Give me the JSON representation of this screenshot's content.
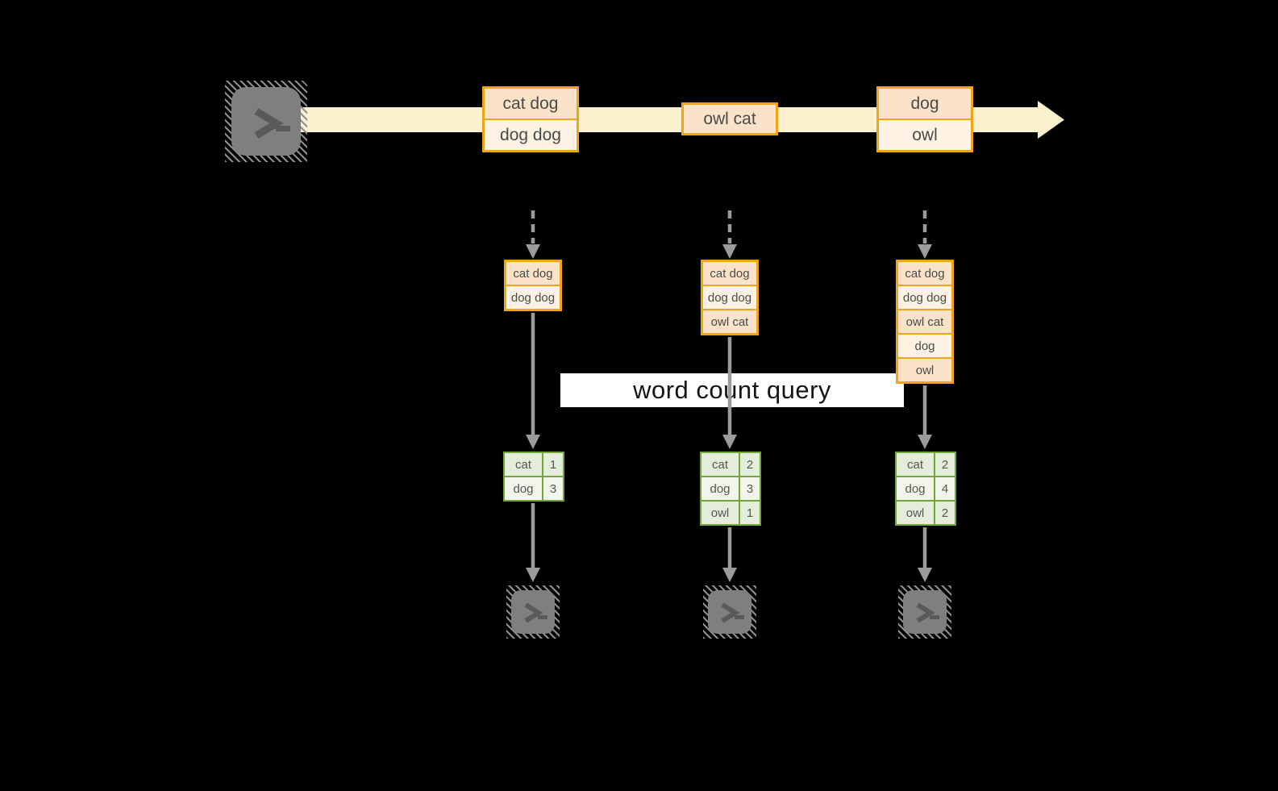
{
  "banner": {
    "label": "word count query"
  },
  "stream": {
    "source": {
      "icon": "terminal-icon"
    },
    "events": [
      {
        "rows": [
          "cat dog",
          "dog dog"
        ]
      },
      {
        "rows": [
          "owl cat"
        ]
      },
      {
        "rows": [
          "dog",
          "owl"
        ]
      }
    ]
  },
  "columns": [
    {
      "buffer": {
        "rows": [
          "cat dog",
          "dog dog"
        ]
      },
      "counts": {
        "rows": [
          {
            "word": "cat",
            "count": "1"
          },
          {
            "word": "dog",
            "count": "3"
          }
        ]
      },
      "sink": {
        "icon": "terminal-icon"
      }
    },
    {
      "buffer": {
        "rows": [
          "cat dog",
          "dog dog",
          "owl cat"
        ]
      },
      "counts": {
        "rows": [
          {
            "word": "cat",
            "count": "2"
          },
          {
            "word": "dog",
            "count": "3"
          },
          {
            "word": "owl",
            "count": "1"
          }
        ]
      },
      "sink": {
        "icon": "terminal-icon"
      }
    },
    {
      "buffer": {
        "rows": [
          "cat dog",
          "dog dog",
          "owl cat",
          "dog",
          "owl"
        ]
      },
      "counts": {
        "rows": [
          {
            "word": "cat",
            "count": "2"
          },
          {
            "word": "dog",
            "count": "4"
          },
          {
            "word": "owl",
            "count": "2"
          }
        ]
      },
      "sink": {
        "icon": "terminal-icon"
      }
    }
  ],
  "colors": {
    "background": "#000000",
    "stream_band": "#FBF1CF",
    "event_border": "#F0A419",
    "event_fill_dark": "#FAE3C8",
    "event_fill_light": "#FDF2E3",
    "table_border": "#74A43C",
    "table_fill_dark": "#E4EDDA",
    "table_fill_light": "#F1F5EA",
    "arrow": "#9B9B9B",
    "terminal": "#7F7F7F",
    "banner_bg": "#FFFFFF"
  }
}
